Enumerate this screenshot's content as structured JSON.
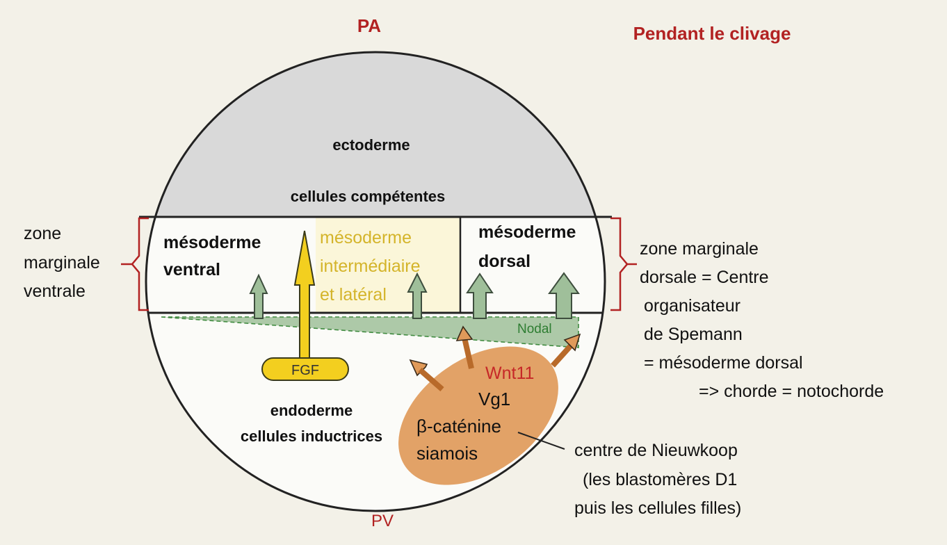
{
  "header": {
    "pole_top": "PA",
    "title": "Pendant le clivage",
    "pole_bottom": "PV"
  },
  "ectoderm": {
    "label": "ectoderme",
    "sublabel": "cellules compétentes"
  },
  "mesoderm_ventral": {
    "line1": "mésoderme",
    "line2": "ventral"
  },
  "mesoderm_intermediate": {
    "line1": "mésoderme",
    "line2": "intermédiaire",
    "line3": "et latéral"
  },
  "mesoderm_dorsal": {
    "line1": "mésoderme",
    "line2": "dorsal"
  },
  "left_zone": {
    "line1": "zone",
    "line2": "marginale",
    "line3": "ventrale"
  },
  "right_zone": {
    "line1": "zone marginale",
    "line2": "dorsale = Centre",
    "line3": "organisateur",
    "line4": "de Spemann",
    "line5": "= mésoderme dorsal",
    "line6": "=> chorde = notochorde"
  },
  "signals": {
    "nodal": "Nodal",
    "fgf": "FGF",
    "wnt11": "Wnt11",
    "vg1": "Vg1",
    "beta_catenin": "β-caténine",
    "siamois": "siamois"
  },
  "endoderm": {
    "line1": "endoderme",
    "line2": "cellules inductrices"
  },
  "nieuwkoop": {
    "line1": "centre de Nieuwkoop",
    "line2": "(les blastomères D1",
    "line3": "puis les cellules filles)"
  },
  "colors": {
    "background": "#f3f1e8",
    "ectoderm_fill": "#d9d9d9",
    "title_red": "#b22222",
    "fgf_yellow": "#f3cf1f",
    "intermediate_text": "#d4b42a",
    "nodal_green": "#9fbf9a",
    "nodal_text": "#2e7d32",
    "nieuwkoop_orange": "#e09a5a",
    "wnt_red": "#c62828"
  }
}
